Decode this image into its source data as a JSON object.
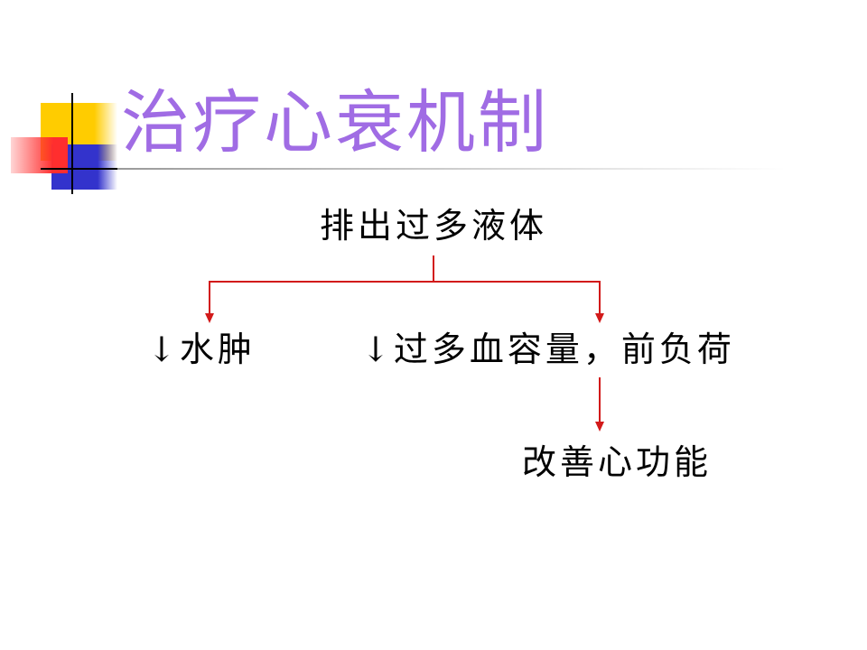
{
  "slide": {
    "title": "治疗心衰机制"
  },
  "diagram": {
    "root_label": "排出过多液体",
    "left_label": "↓水肿",
    "right_label": "↓过多血容量，前负荷",
    "bottom_label": "改善心功能"
  },
  "colors": {
    "title": "#A06CE4",
    "connector": "#D21A1A",
    "text": "#000000",
    "logo_yellow": "#FFCC00",
    "logo_red": "#FF2E2E",
    "logo_blue": "#3333CC",
    "logo_line": "#000000",
    "title_rule": "#9A9A9A"
  }
}
